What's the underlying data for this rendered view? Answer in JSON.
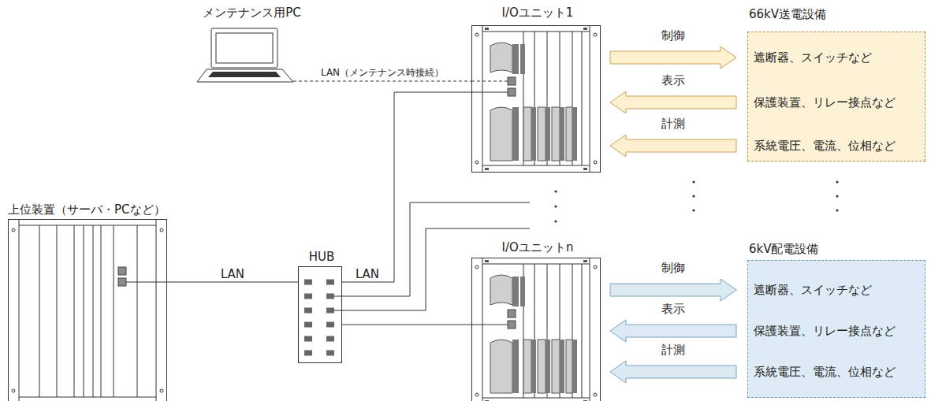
{
  "diagram": {
    "nodes": [
      {
        "text": [
          "メンテナンス用PC"
        ]
      },
      {
        "text": [
          "I/Oユニット1"
        ]
      },
      {
        "text": [
          "66kV送電設備",
          "遮断器、スイッチなど",
          "保護装置、リレー接点など",
          "系統電圧、電流、位相など"
        ]
      },
      {
        "text": [
          "上位装置（サーバ・PCなど）"
        ]
      },
      {
        "text": [
          "HUB"
        ]
      },
      {
        "text": [
          "I/Oユニットn"
        ]
      },
      {
        "text": [
          "6kV配電設備",
          "遮断器、スイッチなど",
          "保護装置、リレー接点など",
          "系統電圧、電流、位相など"
        ]
      }
    ],
    "edges": [
      {
        "from": 0,
        "to": 1,
        "arrow": "none",
        "label": "LAN（メンテナンス時接続）"
      },
      {
        "from": 3,
        "to": 4,
        "arrow": "none",
        "label": "LAN"
      },
      {
        "from": 4,
        "to": 1,
        "arrow": "none",
        "label": "LAN"
      },
      {
        "from": 4,
        "to": 5,
        "arrow": "none"
      },
      {
        "from": 1,
        "to": 2,
        "arrow": "to",
        "label": "制御"
      },
      {
        "from": 2,
        "to": 1,
        "arrow": "to",
        "label": "表示"
      },
      {
        "from": 2,
        "to": 1,
        "arrow": "to",
        "label": "計測"
      },
      {
        "from": 5,
        "to": 6,
        "arrow": "to",
        "label": "制御"
      },
      {
        "from": 6,
        "to": 5,
        "arrow": "to",
        "label": "表示"
      },
      {
        "from": 6,
        "to": 5,
        "arrow": "to",
        "label": "計測"
      }
    ]
  }
}
